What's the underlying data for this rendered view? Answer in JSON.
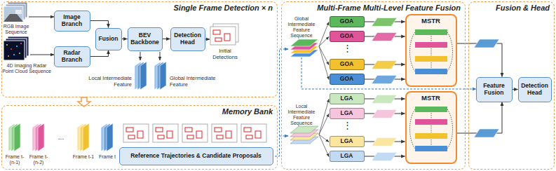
{
  "diagram": {
    "nodes": [
      {
        "text": [
          "Single Frame Detection × n"
        ]
      },
      {
        "text": [
          "Image Branch"
        ],
        "in": 0
      },
      {
        "text": [
          "Radar Branch"
        ],
        "in": 0
      },
      {
        "text": [
          "Fusion"
        ],
        "in": 0
      },
      {
        "text": [
          "BEV Backbone"
        ],
        "in": 0
      },
      {
        "text": [
          "Detection Head"
        ],
        "in": 0
      },
      {
        "text": [
          "Memory Bank"
        ]
      },
      {
        "text": [
          "Reference Trajectories & Candidate Proposals"
        ],
        "in": 6
      },
      {
        "text": [
          "Multi-Frame Multi-Level Feature Fusion"
        ]
      },
      {
        "text": [
          "GOA"
        ],
        "in": 8
      },
      {
        "text": [
          "GOA"
        ],
        "in": 8
      },
      {
        "text": [
          "GOA"
        ],
        "in": 8
      },
      {
        "text": [
          "GOA"
        ],
        "in": 8
      },
      {
        "text": [
          "MSTR"
        ],
        "in": 8
      },
      {
        "text": [
          "LGA"
        ],
        "in": 8
      },
      {
        "text": [
          "LGA"
        ],
        "in": 8
      },
      {
        "text": [
          "LGA"
        ],
        "in": 8
      },
      {
        "text": [
          "LGA"
        ],
        "in": 8
      },
      {
        "text": [
          "MSTR"
        ],
        "in": 8
      },
      {
        "text": [
          "Fusion & Head"
        ]
      },
      {
        "text": [
          "Feature Fusion"
        ],
        "in": 19
      },
      {
        "text": [
          "Detection Head"
        ],
        "in": 19
      }
    ],
    "edges": [
      {
        "from": 1,
        "to": 3,
        "arrow": "to"
      },
      {
        "from": 2,
        "to": 3,
        "arrow": "to"
      },
      {
        "from": 3,
        "to": 4,
        "arrow": "to"
      },
      {
        "from": 4,
        "to": 5,
        "arrow": "to"
      },
      {
        "from": 9,
        "to": 13,
        "arrow": "to"
      },
      {
        "from": 10,
        "to": 13,
        "arrow": "to"
      },
      {
        "from": 11,
        "to": 13,
        "arrow": "to"
      },
      {
        "from": 12,
        "to": 13,
        "arrow": "to"
      },
      {
        "from": 14,
        "to": 18,
        "arrow": "to"
      },
      {
        "from": 15,
        "to": 18,
        "arrow": "to"
      },
      {
        "from": 16,
        "to": 18,
        "arrow": "to"
      },
      {
        "from": 17,
        "to": 18,
        "arrow": "to"
      },
      {
        "from": 13,
        "to": 20,
        "arrow": "to"
      },
      {
        "from": 18,
        "to": 20,
        "arrow": "to"
      },
      {
        "from": 20,
        "to": 21,
        "arrow": "to"
      }
    ],
    "labels": [
      "RGB Image Sequence",
      "4D Imaging Radar Point Cloud Sequence",
      "Initial Detections",
      "Local Intermediate Feature",
      "Global Intermediate Feature",
      "Frame t-(n-1)",
      "Frame t-(n-2)",
      "...",
      "Frame t-1",
      "Frame t",
      "Global Intermediate Feature Sequence",
      "Local Intermediate Feature Sequence",
      "⋮",
      "⋮"
    ]
  }
}
